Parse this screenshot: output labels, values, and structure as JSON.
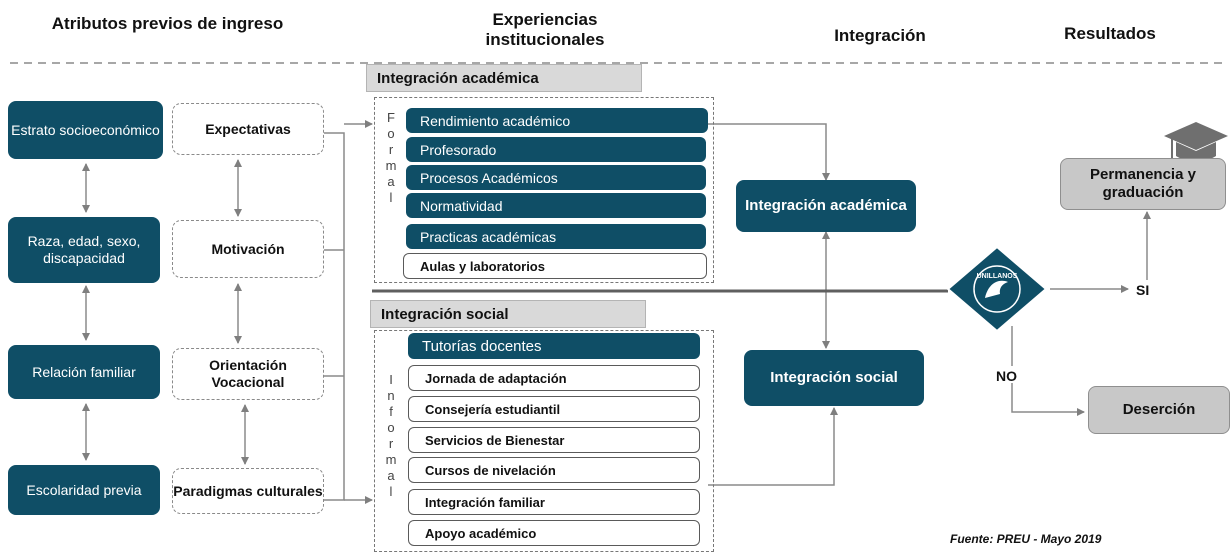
{
  "headers": {
    "attributes": "Atributos previos de ingreso",
    "experiences": "Experiencias institucionales",
    "integration": "Integración",
    "results": "Resultados"
  },
  "attributes": [
    "Estrato socioeconómico",
    "Raza, edad, sexo, discapacidad",
    "Relación familiar",
    "Escolaridad previa"
  ],
  "factors": [
    "Expectativas",
    "Motivación",
    "Orientación Vocacional",
    "Paradigmas culturales"
  ],
  "academic": {
    "title": "Integración académica",
    "side_label": [
      "F",
      "o",
      "r",
      "m",
      "a",
      "l"
    ],
    "items": [
      "Rendimiento académico",
      "Profesorado",
      "Procesos Académicos",
      "Normatividad",
      "Practicas académicas",
      "Aulas  y laboratorios"
    ]
  },
  "social": {
    "title": "Integración social",
    "side_label": [
      "I",
      "n",
      "f",
      "o",
      "r",
      "m",
      "a",
      "l"
    ],
    "items": [
      "Tutorías docentes",
      "Jornada de adaptación",
      "Consejería estudiantil",
      "Servicios de Bienestar",
      "Cursos de nivelación",
      "Integración familiar",
      "Apoyo  académico"
    ]
  },
  "integration_boxes": {
    "academic": "Integración académica",
    "social": "Integración social"
  },
  "decision": {
    "logo_text": "UNILLANOS",
    "yes": "SI",
    "no": "NO"
  },
  "results": {
    "permanence": "Permanencia y graduación",
    "desertion": "Deserción"
  },
  "source": "Fuente: PREU - Mayo 2019",
  "colors": {
    "primary": "#0f4e66",
    "gray_box": "#c8c8c8",
    "section_title": "#d9d9d9"
  },
  "icons": [
    "graduation-cap-icon",
    "pelican-logo-icon"
  ]
}
